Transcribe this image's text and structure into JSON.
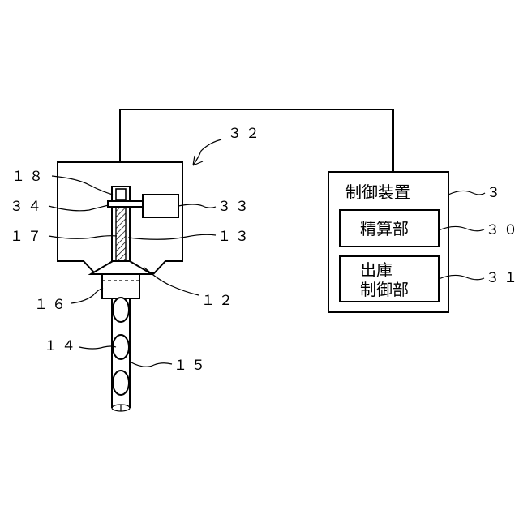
{
  "labels": {
    "ref_32": "３２",
    "ref_18": "１８",
    "ref_34": "３４",
    "ref_17": "１７",
    "ref_16": "１６",
    "ref_14": "１４",
    "ref_33": "３３",
    "ref_13": "１３",
    "ref_12": "１２",
    "ref_15": "１５",
    "ref_3": "３",
    "ref_30": "３０",
    "ref_31": "３１"
  },
  "control_device": {
    "title": "制御装置",
    "settlement_unit": "精算部",
    "release_control_line1": "出庫",
    "release_control_line2": "制御部"
  }
}
